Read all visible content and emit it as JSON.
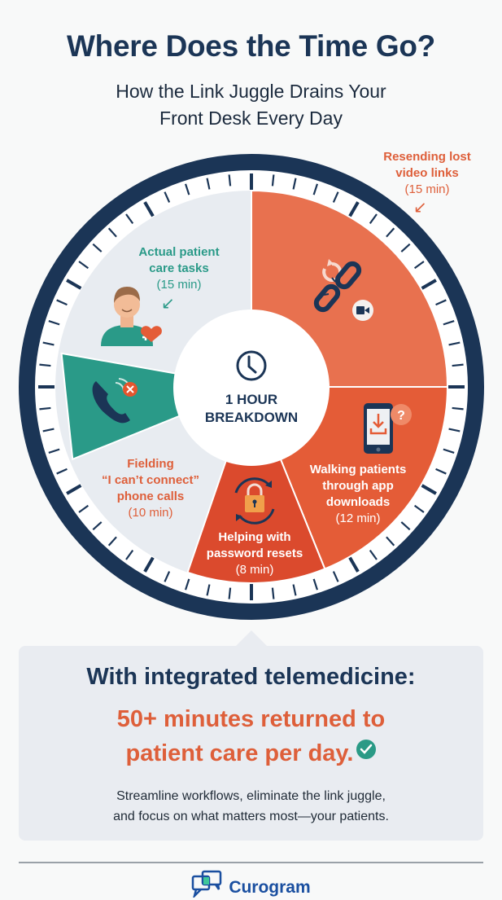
{
  "header": {
    "title": "Where Does the Time Go?",
    "subtitle_line1": "How the Link Juggle Drains Your",
    "subtitle_line2": "Front Desk Every Day"
  },
  "dial": {
    "center_label_line1": "1 HOUR",
    "center_label_line2": "BREAKDOWN",
    "center_icon": "clock-icon"
  },
  "segments": [
    {
      "id": "resending",
      "label_lines": [
        "Resending lost",
        "video links"
      ],
      "minutes_label": "(15 min)",
      "icon": "broken-link-video-icon",
      "color": "#e8714f"
    },
    {
      "id": "walking",
      "label_lines": [
        "Walking patients",
        "through app",
        "downloads"
      ],
      "minutes_label": "(12 min)",
      "icon": "phone-download-question-icon",
      "color": "#e45c37"
    },
    {
      "id": "password",
      "label_lines": [
        "Helping with",
        "password resets"
      ],
      "minutes_label": "(8 min)",
      "icon": "lock-refresh-icon",
      "color": "#db4a2d"
    },
    {
      "id": "fielding",
      "label_lines": [
        "Fielding",
        "“I can’t connect”",
        "phone calls"
      ],
      "minutes_label": "(10 min)",
      "icon": "phone-error-icon",
      "color": "#2a9a88"
    },
    {
      "id": "patient_care",
      "label_lines": [
        "Actual patient",
        "care tasks"
      ],
      "minutes_label": "(15 min)",
      "icon": "caregiver-heart-icon",
      "color": "#e8ecf1"
    }
  ],
  "summary": {
    "heading": "With integrated telemedicine:",
    "highlight_line1": "50+ minutes returned to",
    "highlight_line2": "patient care per day.",
    "body_line1": "Streamline workflows, eliminate the link juggle,",
    "body_line2": "and focus on what matters most—your patients."
  },
  "footer": {
    "brand": "Curogram"
  },
  "colors": {
    "navy": "#1b3556",
    "orange": "#e8714f",
    "red_orange": "#db4a2d",
    "teal": "#2a9a88",
    "light_gray": "#e8ecf1"
  },
  "chart_data": {
    "type": "pie",
    "title": "Where Does the Time Go?",
    "subtitle": "How the Link Juggle Drains Your Front Desk Every Day",
    "center_label": "1 HOUR BREAKDOWN",
    "unit": "minutes",
    "categories": [
      "Resending lost video links",
      "Walking patients through app downloads",
      "Helping with password resets",
      "Fielding “I can’t connect” phone calls",
      "Actual patient care tasks"
    ],
    "values": [
      15,
      12,
      8,
      10,
      15
    ],
    "total": 60,
    "annotation": "With integrated telemedicine: 50+ minutes returned to patient care per day."
  }
}
